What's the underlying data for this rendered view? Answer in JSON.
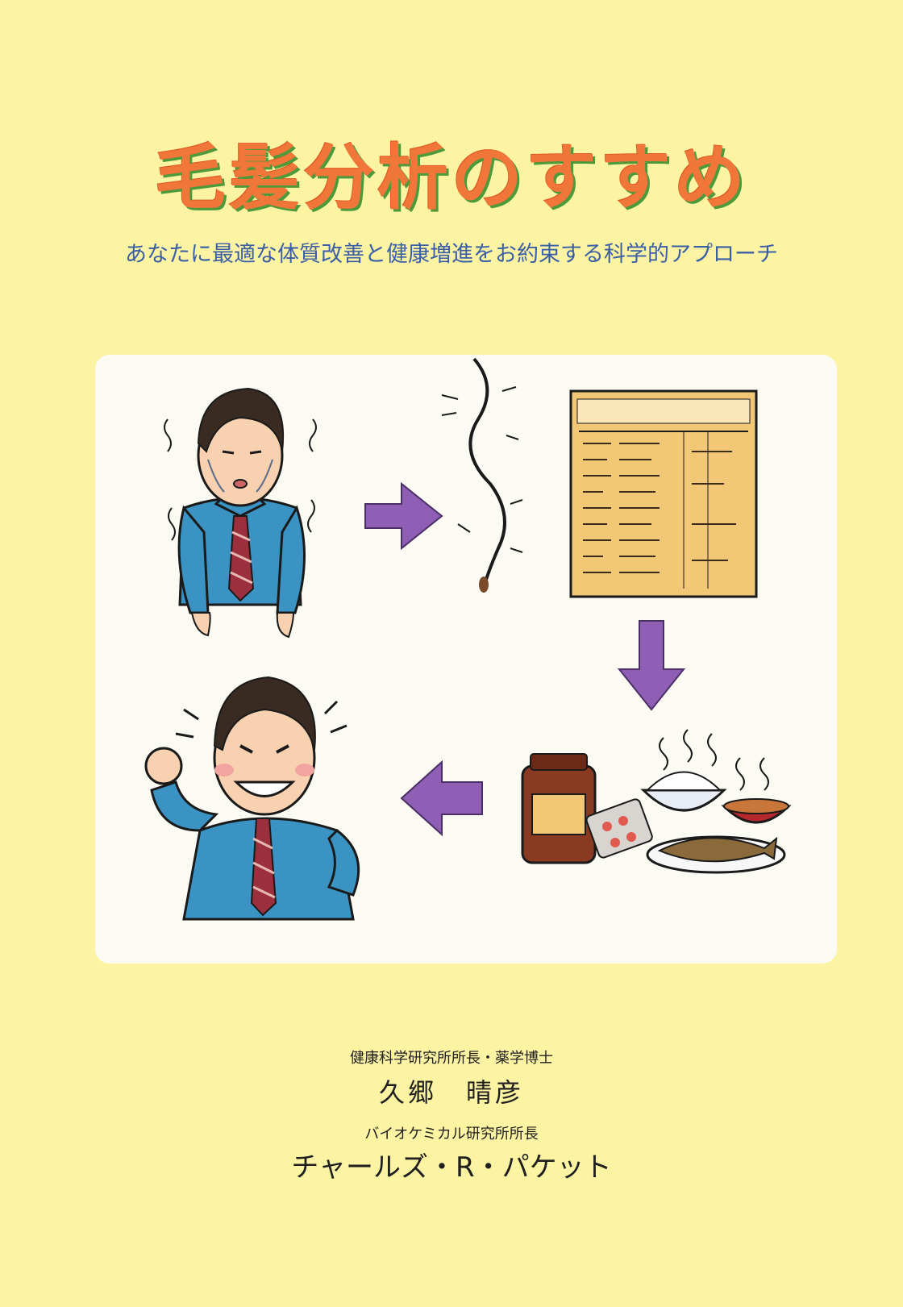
{
  "cover": {
    "title": "毛髪分析のすすめ",
    "subtitle": "あなたに最適な体質改善と健康増進をお約束する科学的アプローチ"
  },
  "authors": [
    {
      "affiliation": "健康科学研究所所長・薬学博士",
      "name": "久郷　晴彦"
    },
    {
      "affiliation": "バイオケミカル研究所所長",
      "name": "チャールズ・R・パケット"
    }
  ],
  "colors": {
    "background": "#fcf3a3",
    "title": "#f0763a",
    "title_shadow": "#4c9a3a",
    "subtitle": "#3a5fa6",
    "arrow": "#8f5fb5",
    "shirt": "#3b93c4",
    "report": "#f2c877"
  }
}
